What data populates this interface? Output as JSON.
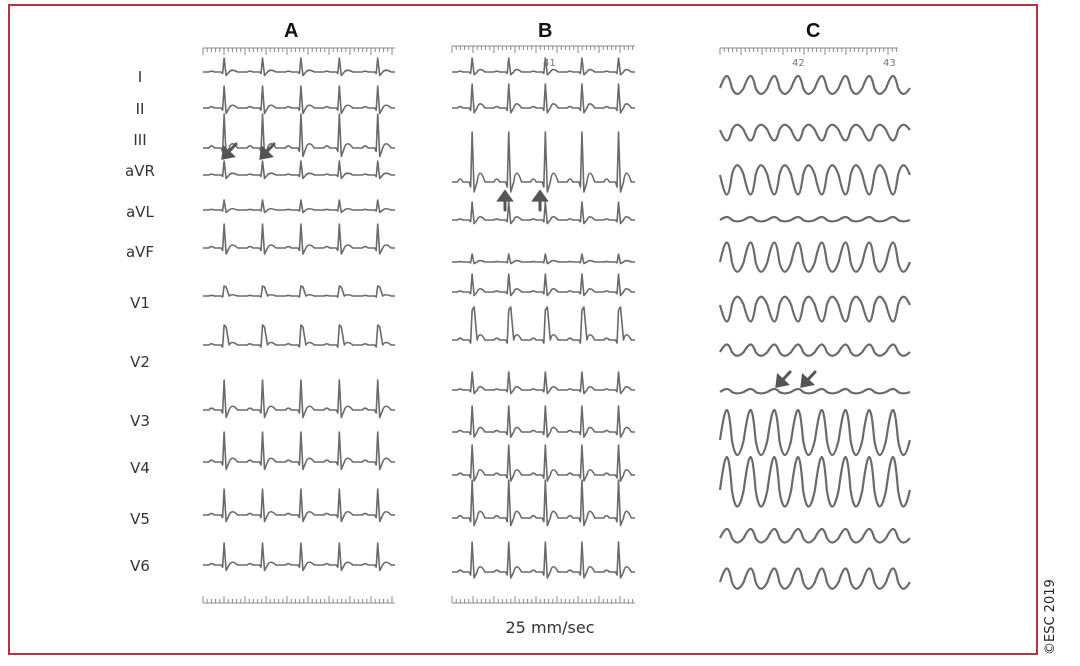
{
  "panels": [
    {
      "id": "A",
      "label": "A"
    },
    {
      "id": "B",
      "label": "B",
      "ruler_number": "41"
    },
    {
      "id": "C",
      "label": "C",
      "ruler_numbers": [
        "42",
        "43"
      ]
    }
  ],
  "leads": [
    "I",
    "II",
    "III",
    "aVR",
    "aVL",
    "aVF",
    "V1",
    "V2",
    "V3",
    "V4",
    "V5",
    "V6"
  ],
  "speed_label": "25 mm/sec",
  "copyright": "©ESC 2019",
  "colors": {
    "frame": "#b8323e",
    "trace": "#6a6a6a",
    "arrow": "#555555"
  }
}
